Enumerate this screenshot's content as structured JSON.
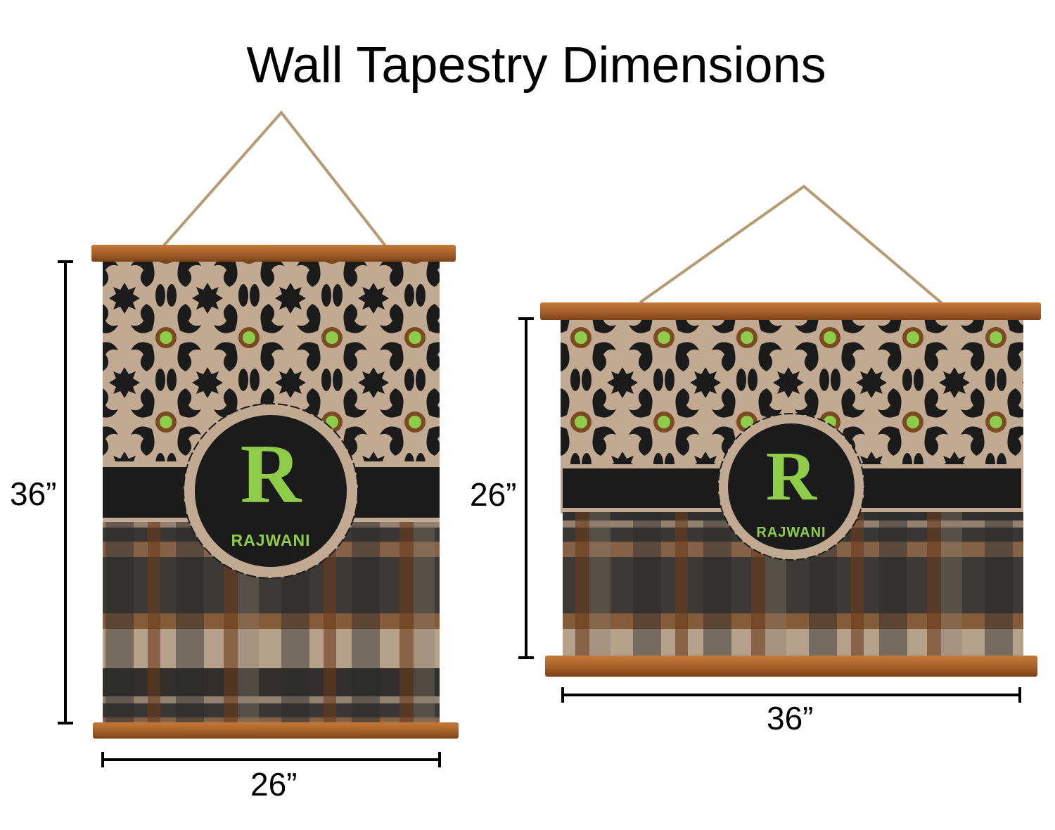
{
  "title": "Wall Tapestry Dimensions",
  "portrait": {
    "height_label": "36”",
    "width_label": "26”",
    "monogram": "R",
    "name": "RAJWANI"
  },
  "landscape": {
    "height_label": "26”",
    "width_label": "36”",
    "monogram": "R",
    "name": "RAJWANI"
  },
  "colors": {
    "tan": "#c2a991",
    "black": "#1b1b1b",
    "green": "#8fcc4a",
    "brown": "#7a4a22",
    "wood": "#a8612a"
  }
}
